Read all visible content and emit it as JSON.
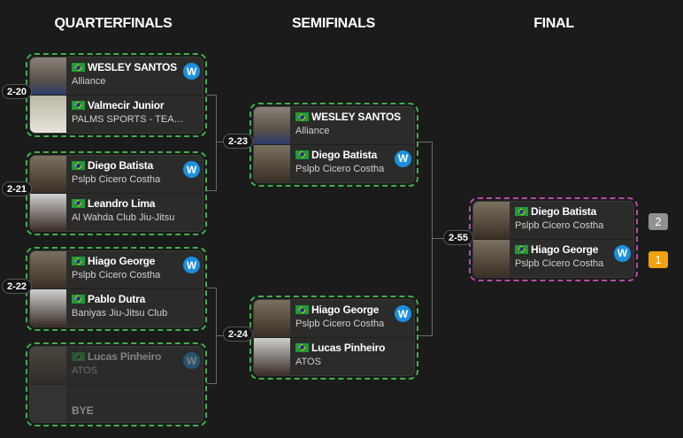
{
  "headers": {
    "qf": "QUARTERFINALS",
    "sf": "SEMIFINALS",
    "f": "FINAL"
  },
  "win_label": "W",
  "bye_label": "BYE",
  "matches": [
    {
      "id": "2-20",
      "a": {
        "name": "WESLEY SANTOS",
        "team": "Alliance",
        "winner": true
      },
      "b": {
        "name": "Valmecir Junior",
        "team": "PALMS SPORTS - TEAM NOGUEIRA"
      }
    },
    {
      "id": "2-21",
      "a": {
        "name": "Diego Batista",
        "team": "Pslpb Cicero Costha",
        "winner": true
      },
      "b": {
        "name": "Leandro Lima",
        "team": "Al Wahda Club Jiu-Jitsu"
      }
    },
    {
      "id": "2-22",
      "a": {
        "name": "Hiago George",
        "team": "Pslpb Cicero Costha",
        "winner": true
      },
      "b": {
        "name": "Pablo Dutra",
        "team": "Baniyas Jiu-Jitsu Club"
      }
    },
    {
      "id": "",
      "a": {
        "name": "Lucas Pinheiro",
        "team": "ATOS",
        "winner": true
      },
      "b": {
        "name": "BYE"
      }
    },
    {
      "id": "2-23",
      "a": {
        "name": "WESLEY SANTOS",
        "team": "Alliance"
      },
      "b": {
        "name": "Diego Batista",
        "team": "Pslpb Cicero Costha",
        "winner": true
      }
    },
    {
      "id": "2-24",
      "a": {
        "name": "Hiago George",
        "team": "Pslpb Cicero Costha",
        "winner": true
      },
      "b": {
        "name": "Lucas Pinheiro",
        "team": "ATOS"
      }
    },
    {
      "id": "2-55",
      "a": {
        "name": "Diego Batista",
        "team": "Pslpb Cicero Costha",
        "place": "2"
      },
      "b": {
        "name": "Hiago George",
        "team": "Pslpb Cicero Costha",
        "winner": true,
        "place": "1"
      }
    }
  ],
  "colors": {
    "qf_border": "#3fae4a",
    "final_border": "#b44aa6",
    "winner": "#1c8fe0",
    "first": "#f0a30a",
    "second": "#8e9194"
  }
}
